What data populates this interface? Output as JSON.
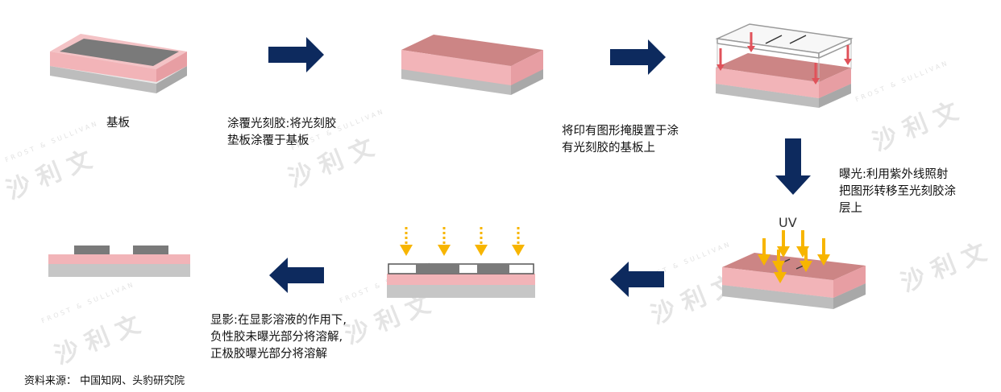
{
  "steps": {
    "substrate": "基板",
    "coat_line1": "涂覆光刻胶:将光刻胶",
    "coat_line2": "垫板涂覆于基板",
    "mask_line1": "将印有图形掩膜置于涂",
    "mask_line2": "有光刻胶的基板上",
    "expose_line1": "曝光:利用紫外线照射",
    "expose_line2": "把图形转移至光刻胶涂",
    "expose_line3": "层上",
    "develop_line1": "显影:在显影溶液的作用下,",
    "develop_line2": "负性胶未曝光部分将溶解,",
    "develop_line3": "正极胶曝光部分将溶解"
  },
  "uv_label": "UV",
  "source": "资料来源： 中国知网、头豹研究院",
  "watermark": {
    "cn": "沙 利 文",
    "en": "FROST & SULLIVAN"
  },
  "colors": {
    "arrow": "#0d2a5e",
    "resist": "#f2b4b8",
    "resist_dark": "#cc8585",
    "substrate": "#bdbdbd",
    "pattern": "#7a7a7a",
    "uv": "#f7b500"
  }
}
